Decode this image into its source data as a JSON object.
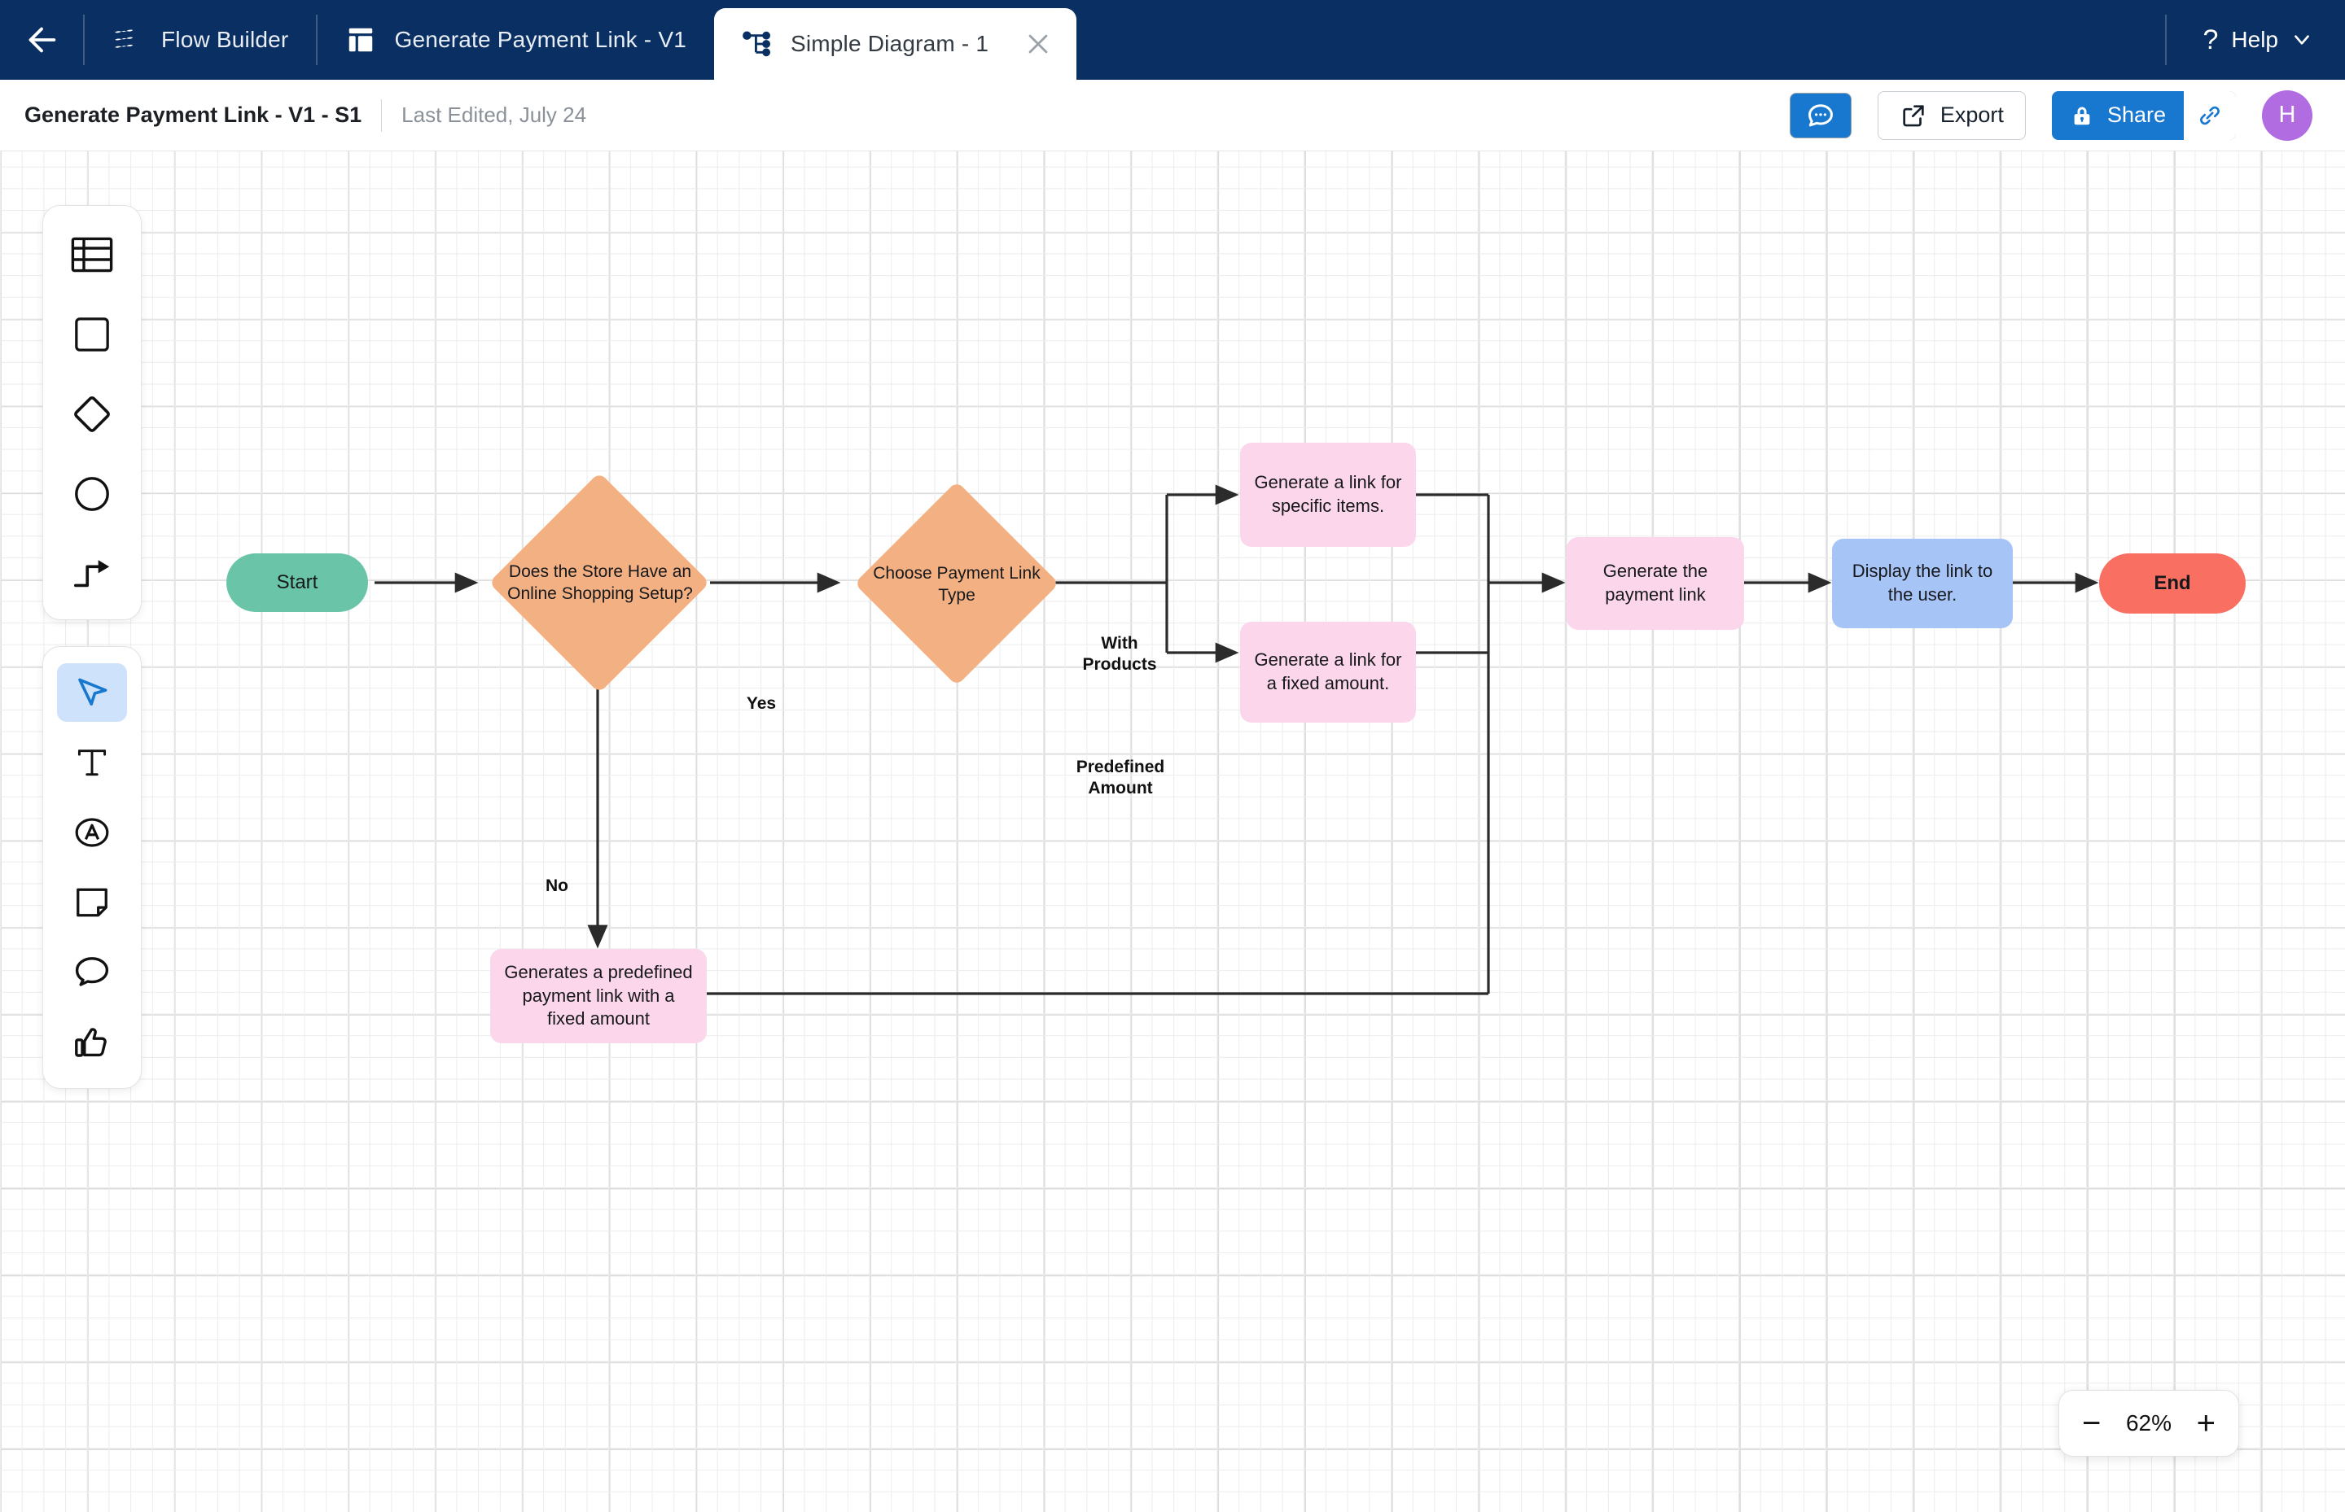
{
  "topbar": {
    "back_icon": "arrow-left-icon",
    "brand": {
      "label": "Flow Builder",
      "icon": "layers-logo-icon"
    },
    "tabs": [
      {
        "label": "Generate Payment Link - V1",
        "icon": "panel-layout-icon",
        "active": false
      },
      {
        "label": "Simple Diagram - 1",
        "icon": "node-tree-icon",
        "active": true,
        "close_icon": "close-icon"
      }
    ],
    "help": {
      "label": "Help",
      "icon": "question-mark-icon",
      "chevron": "chevron-down-icon"
    }
  },
  "subbar": {
    "doc_title": "Generate Payment Link - V1 - S1",
    "last_edited": "Last Edited, July 24",
    "comment_button": {
      "icon": "comment-dots-icon"
    },
    "export_button": {
      "label": "Export",
      "icon": "external-link-icon"
    },
    "share_button": {
      "label": "Share",
      "lock_icon": "lock-icon",
      "link_icon": "link-chain-icon"
    },
    "avatar": {
      "initial": "H",
      "color": "#b06ce0"
    }
  },
  "shape_panel": {
    "items": [
      {
        "name": "table-shape-tool",
        "icon": "table-icon"
      },
      {
        "name": "rectangle-shape-tool",
        "icon": "square-icon"
      },
      {
        "name": "diamond-shape-tool",
        "icon": "diamond-icon"
      },
      {
        "name": "circle-shape-tool",
        "icon": "circle-icon"
      },
      {
        "name": "connector-shape-tool",
        "icon": "step-arrow-icon"
      }
    ]
  },
  "tools_panel": {
    "items": [
      {
        "name": "select-tool",
        "icon": "cursor-arrow-icon",
        "selected": true
      },
      {
        "name": "text-tool",
        "icon": "text-t-icon",
        "selected": false
      },
      {
        "name": "draw-tool",
        "icon": "circled-a-icon",
        "selected": false
      },
      {
        "name": "sticky-note-tool",
        "icon": "sticky-note-icon",
        "selected": false
      },
      {
        "name": "comment-tool",
        "icon": "speech-bubble-icon",
        "selected": false
      },
      {
        "name": "reaction-tool",
        "icon": "thumbs-up-icon",
        "selected": false
      }
    ]
  },
  "zoom_control": {
    "minus_label": "−",
    "value": "62%",
    "plus_label": "+"
  },
  "diagram": {
    "nodes": [
      {
        "id": "start",
        "label": "Start",
        "shape": "pill",
        "color": "#6ac5a8"
      },
      {
        "id": "decision1",
        "label": "Does the Store Have an Online Shopping Setup?",
        "shape": "diamond",
        "color": "#f3b183"
      },
      {
        "id": "decision2",
        "label": "Choose Payment Link Type",
        "shape": "diamond",
        "color": "#f3b183"
      },
      {
        "id": "specific",
        "label": "Generate a link for specific items.",
        "shape": "rect",
        "color": "#fcd7ec"
      },
      {
        "id": "fixed",
        "label": "Generate a link for a fixed amount.",
        "shape": "rect",
        "color": "#fcd7ec"
      },
      {
        "id": "predefined",
        "label": "Generates a predefined payment link with a fixed amount",
        "shape": "rect",
        "color": "#fcd7ec"
      },
      {
        "id": "generate",
        "label": "Generate the payment link",
        "shape": "rect",
        "color": "#fcd7ec"
      },
      {
        "id": "display",
        "label": "Display the link to the user.",
        "shape": "rect",
        "color": "#a7c4f7"
      },
      {
        "id": "end",
        "label": "End",
        "shape": "pill",
        "color": "#f96f62"
      }
    ],
    "edge_labels": [
      {
        "id": "yes",
        "text": "Yes"
      },
      {
        "id": "no",
        "text": "No"
      },
      {
        "id": "products",
        "text": "With Products"
      },
      {
        "id": "predefined",
        "text": "Predefined Amount"
      }
    ]
  }
}
